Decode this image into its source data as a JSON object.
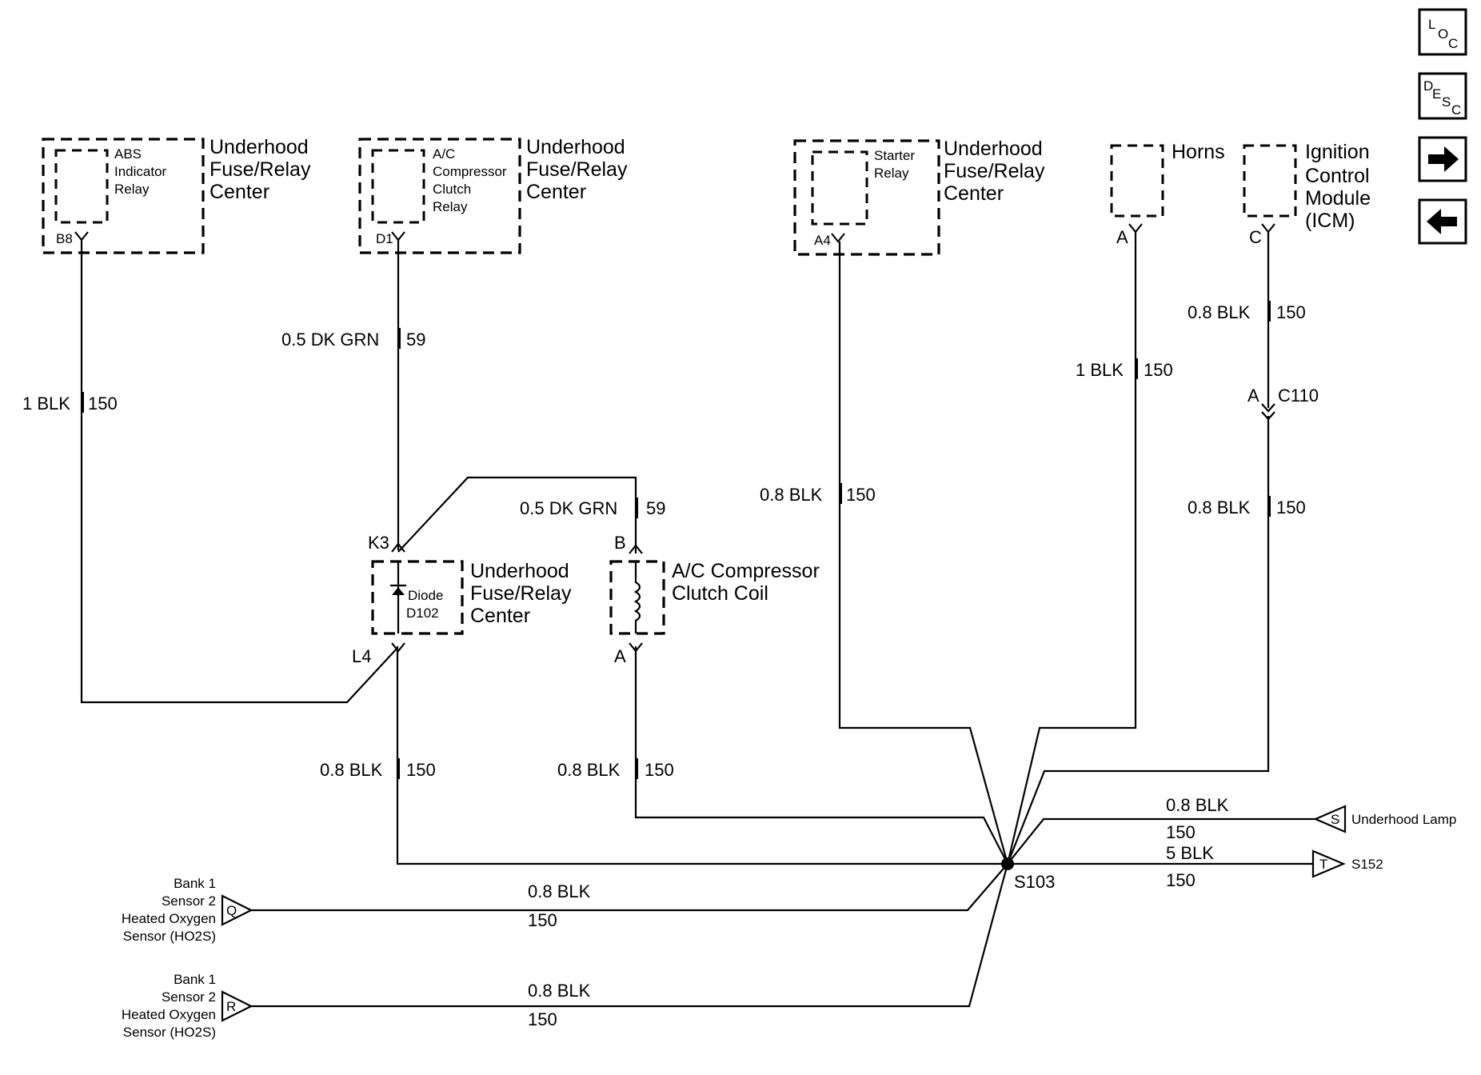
{
  "nav": {
    "loc": {
      "l1": "L",
      "l2": "O",
      "l3": "C"
    },
    "desc": {
      "l1": "D",
      "l2": "E",
      "l3": "S",
      "l4": "C"
    }
  },
  "components": {
    "abs_relay": {
      "name": [
        "ABS",
        "Indicator",
        "Relay"
      ],
      "center": [
        "Underhood",
        "Fuse/Relay",
        "Center"
      ],
      "terminal": "B8"
    },
    "ac_relay": {
      "name": [
        "A/C",
        "Compressor",
        "Clutch",
        "Relay"
      ],
      "center": [
        "Underhood",
        "Fuse/Relay",
        "Center"
      ],
      "terminal": "D1"
    },
    "starter_relay": {
      "name": [
        "Starter",
        "Relay"
      ],
      "center": [
        "Underhood",
        "Fuse/Relay",
        "Center"
      ],
      "terminal": "A4"
    },
    "horns": {
      "name": "Horns",
      "terminal": "A"
    },
    "icm": {
      "name": [
        "Ignition",
        "Control",
        "Module",
        "(ICM)"
      ],
      "terminal": "C"
    },
    "diode": {
      "name": [
        "Diode",
        "D102"
      ],
      "center": [
        "Underhood",
        "Fuse/Relay",
        "Center"
      ],
      "term_top": "K3",
      "term_bottom": "L4"
    },
    "ac_coil": {
      "name": [
        "A/C Compressor",
        "Clutch Coil"
      ],
      "term_top": "B",
      "term_bottom": "A"
    },
    "c110": {
      "terminal": "A",
      "name": "C110"
    },
    "splice": "S103",
    "ho2s_q": {
      "letter": "Q",
      "name": [
        "Bank 1",
        "Sensor 2",
        "Heated Oxygen",
        "Sensor (HO2S)"
      ]
    },
    "ho2s_r": {
      "letter": "R",
      "name": [
        "Bank 1",
        "Sensor 2",
        "Heated Oxygen",
        "Sensor (HO2S)"
      ]
    },
    "lamp": {
      "letter": "S",
      "name": "Underhood Lamp"
    },
    "s152": {
      "letter": "T",
      "name": "S152"
    }
  },
  "wires": {
    "abs": {
      "label": "1 BLK",
      "circuit": "150"
    },
    "ac_relay": {
      "label": "0.5 DK GRN",
      "circuit": "59"
    },
    "coil_top": {
      "label": "0.5 DK GRN",
      "circuit": "59"
    },
    "starter": {
      "label": "0.8 BLK",
      "circuit": "150"
    },
    "horns": {
      "label": "1 BLK",
      "circuit": "150"
    },
    "icm_upper": {
      "label": "0.8 BLK",
      "circuit": "150"
    },
    "icm_lower": {
      "label": "0.8 BLK",
      "circuit": "150"
    },
    "diode_bottom": {
      "label": "0.8 BLK",
      "circuit": "150"
    },
    "coil_bottom": {
      "label": "0.8 BLK",
      "circuit": "150"
    },
    "lamp": {
      "label": "0.8 BLK",
      "circuit": "150"
    },
    "s152": {
      "label": "5 BLK",
      "circuit": "150"
    },
    "ho2s_q": {
      "label": "0.8 BLK",
      "circuit": "150"
    },
    "ho2s_r": {
      "label": "0.8 BLK",
      "circuit": "150"
    }
  }
}
